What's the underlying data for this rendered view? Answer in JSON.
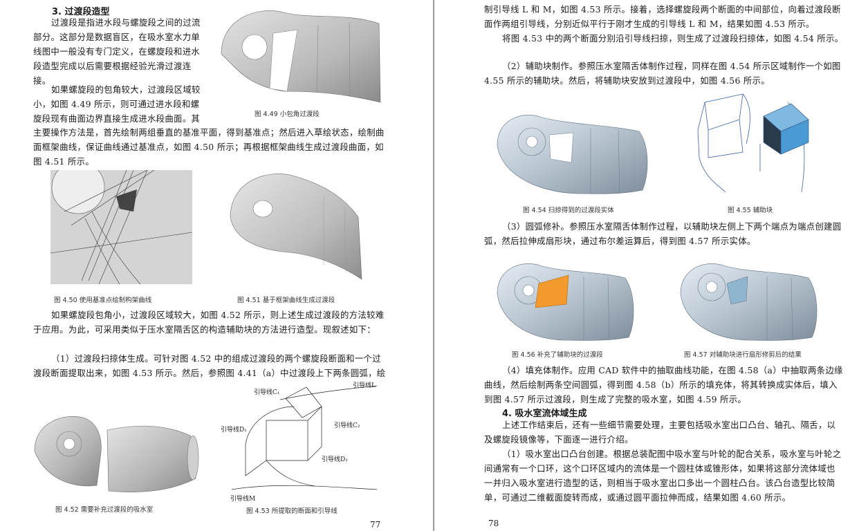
{
  "left": {
    "heading": "3. 过渡段造型",
    "para1": "过渡段是指进水段与螺旋段之间的过流部分。这部分是数据盲区，在吸水室水力单线图中一般没有专门定义，在螺旋段和进水段造型完成以后需要根据经验光滑过渡连接。",
    "para2a": "如果螺旋段的包角较大，过渡段区域较小，如图 4.49 所示，则可通过进水段和螺旋段现有曲面边界直接生成进水段曲面。其",
    "para2b": "主要操作方法是，首先绘制两组垂直的基准平面，得到基准点；然后进入草绘状态，绘制曲面框架曲线，保证曲线通过基准点，如图 4.50 所示；再根据框架曲线生成过渡段曲面，如图 4.51 所示。",
    "para3": "如果螺旋段包角小，过渡段区域较大，如图 4.52 所示，则上述生成过渡段的方法较难于应用。为此，可采用类似于压水室隔舌区的构造辅助块的方法进行造型。现叙述如下：",
    "para4": "（1）过渡段扫掠体生成。可针对图 4.52 中的组成过渡段的两个螺旋段断面和一个过渡段断面提取出来，如图 4.53 所示。然后，参照图 4.41（a）中过渡段上下两条圆弧，绘",
    "fig449_caption": "图 4.49  小包角过渡段",
    "fig450_caption": "图 4.50  使用基准点绘制构架曲线",
    "fig451_caption": "图 4.51  基于框架曲线生成过渡段",
    "fig452_caption": "图 4.52  需要补充过渡段的吸水室",
    "fig453_caption": "图 4.53  所提取的断面和引导线",
    "fig453_labels": {
      "C1": "引导线C₁",
      "L": "引导线L",
      "C2": "引导线C₂",
      "D1": "引导线D₁",
      "D2": "引导线D₂",
      "M": "引导线M"
    },
    "page_number": "77"
  },
  "right": {
    "para1": "制引导线 L 和 M，如图 4.53 所示。接着，选择螺旋段两个断面的中间部位，向着过渡段断面作两组引导线，分别近似平行于刚才生成的引导线 L 和 M，结果如图 4.53 所示。",
    "para2": "将图 4.53 中的两个断面分别沿引导线扫掠，则生成了过渡段扫掠体，如图 4.54 所示。",
    "para3": "（2）辅助块制作。参照压水室隔舌体制作过程，同样在图 4.54 所示区域制作一个如图 4.55 所示的辅助块。然后，将辅助块安放到过渡段中，如图 4.56 所示。",
    "fig454_caption": "图 4.54  扫掠得到的过渡段实体",
    "fig455_caption": "图 4.55  辅助块",
    "para4": "（3）圆弧修补。参照压水室隔舌体制作过程，以辅助块左侧上下两个端点为端点创建圆弧，然后拉伸成扇形块，通过布尔差运算后，得到图 4.57 所示实体。",
    "fig456_caption": "图 4.56  补充了辅助块的过渡段",
    "fig457_caption": "图 4.57  对辅助块进行扇形修剪后的结果",
    "para5": "（4）填充体制作。应用 CAD 软件中的抽取曲线功能，在图 4.58（a）中抽取两条边缘曲线，然后绘制两条空间圆弧，得到图 4.58（b）所示的填充体，将其转换成实体后，填入到图 4.57 所示过渡段，则生成了完整的吸水室，如图 4.59 所示。",
    "heading": "4. 吸水室流体域生成",
    "para6": "上述工作结束后，还有一些细节需要处理，主要包括吸水室出口凸台、轴孔、隔舌，以及螺旋段镜像等，下面逐一进行介绍。",
    "para7": "（1）吸水室出口凸台创建。根据总装配图中吸水室与叶轮的配合关系，吸水室与叶轮之间通常有一个口环，这个口环区域内的流体是一个圆柱体或锥形体，如果将这部分流体域也一并归入吸水室进行造型的话，则相当于吸水室出口多出一个圆柱凸台。该凸台造型比较简单，可通过二维截面旋转而成，或通过圆平面拉伸而成，结果如图 4.60 所示。",
    "page_number": "78"
  }
}
